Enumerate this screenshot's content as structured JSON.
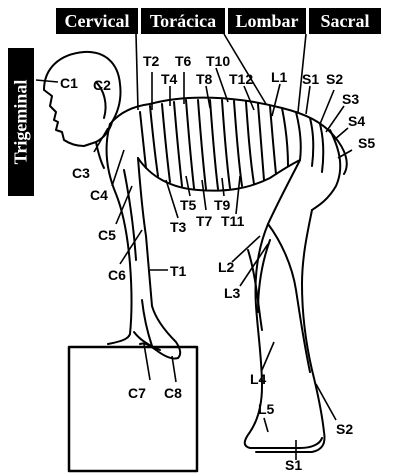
{
  "headers": {
    "cervical": "Cervical",
    "toracica": "Torácica",
    "lombar": "Lombar",
    "sacral": "Sacral",
    "trigeminal": "Trigeminal"
  },
  "labels": {
    "c1": "C1",
    "c2": "C2",
    "c3": "C3",
    "c4": "C4",
    "c5": "C5",
    "c6": "C6",
    "c7": "C7",
    "c8": "C8",
    "t1": "T1",
    "t2": "T2",
    "t3": "T3",
    "t4": "T4",
    "t5": "T5",
    "t6": "T6",
    "t7": "T7",
    "t8": "T8",
    "t9": "T9",
    "t10": "T10",
    "t11": "T11",
    "t12": "T12",
    "l1": "L1",
    "l2": "L2",
    "l3": "L3",
    "l4": "L4",
    "l5": "L5",
    "s1": "S1",
    "s2": "S2",
    "s3": "S3",
    "s4": "S4",
    "s5": "S5",
    "s1_foot": "S1",
    "s2_leg": "S2"
  }
}
